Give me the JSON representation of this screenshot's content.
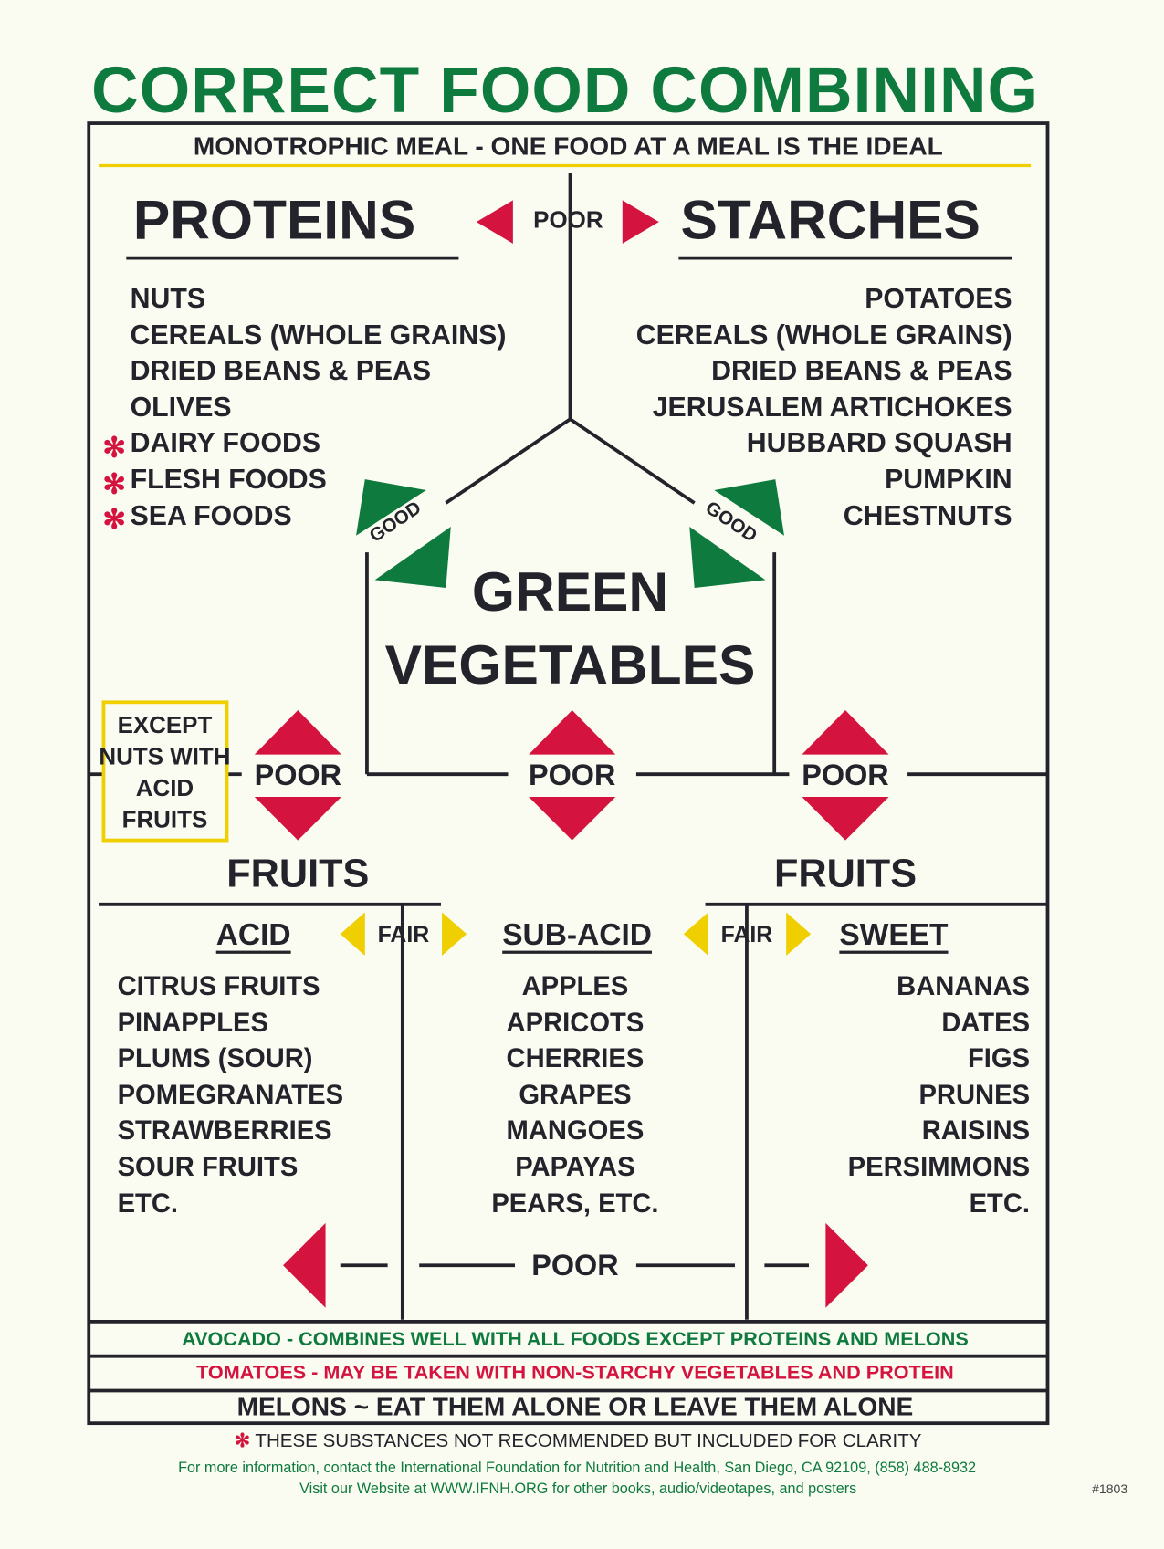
{
  "title": "CORRECT FOOD COMBINING",
  "subtitle": "MONOTROPHIC MEAL - ONE FOOD AT A MEAL IS THE IDEAL",
  "proteins": {
    "heading": "PROTEINS",
    "items": [
      "NUTS",
      "CEREALS (WHOLE GRAINS)",
      "DRIED BEANS & PEAS",
      "OLIVES",
      "DAIRY FOODS",
      "FLESH FOODS",
      "SEA FOODS"
    ],
    "starred": [
      false,
      false,
      false,
      false,
      true,
      true,
      true
    ]
  },
  "starches": {
    "heading": "STARCHES",
    "items": [
      "POTATOES",
      "CEREALS (WHOLE GRAINS)",
      "DRIED BEANS & PEAS",
      "JERUSALEM ARTICHOKES",
      "HUBBARD SQUASH",
      "PUMPKIN",
      "CHESTNUTS"
    ]
  },
  "ratings": {
    "poor": "POOR",
    "good": "GOOD",
    "fair": "FAIR"
  },
  "green_vegetables": [
    "GREEN",
    "VEGETABLES"
  ],
  "exception_note": [
    "EXCEPT",
    "NUTS WITH",
    "ACID",
    "FRUITS"
  ],
  "fruits_heading": "FRUITS",
  "acid": {
    "heading": "ACID",
    "items": [
      "CITRUS FRUITS",
      "PINAPPLES",
      "PLUMS (SOUR)",
      "POMEGRANATES",
      "STRAWBERRIES",
      "SOUR FRUITS",
      "ETC."
    ]
  },
  "sub_acid": {
    "heading": "SUB-ACID",
    "items": [
      "APPLES",
      "APRICOTS",
      "CHERRIES",
      "GRAPES",
      "MANGOES",
      "PAPAYAS",
      "PEARS, ETC."
    ]
  },
  "sweet": {
    "heading": "SWEET",
    "items": [
      "BANANAS",
      "DATES",
      "FIGS",
      "PRUNES",
      "RAISINS",
      "PERSIMMONS",
      "ETC."
    ]
  },
  "notes": {
    "avocado": "AVOCADO - COMBINES WELL WITH ALL FOODS EXCEPT PROTEINS AND MELONS",
    "tomatoes": "TOMATOES - MAY BE TAKEN WITH NON-STARCHY VEGETABLES AND PROTEIN",
    "melons": "MELONS ~ EAT THEM ALONE OR LEAVE THEM ALONE"
  },
  "footnote": {
    "star": "✻",
    "text": "THESE SUBSTANCES NOT RECOMMENDED BUT INCLUDED FOR CLARITY"
  },
  "info": {
    "line1": "For more information, contact the International Foundation for Nutrition and Health, San Diego, CA 92109, (858) 488-8932",
    "line2": "Visit our Website at WWW.IFNH.ORG for other books, audio/videotapes, and posters"
  },
  "poster_number": "#1803",
  "colors": {
    "green": "#0e7a3e",
    "red": "#d4133f",
    "yellow": "#f0cf00",
    "ink": "#23232b"
  }
}
